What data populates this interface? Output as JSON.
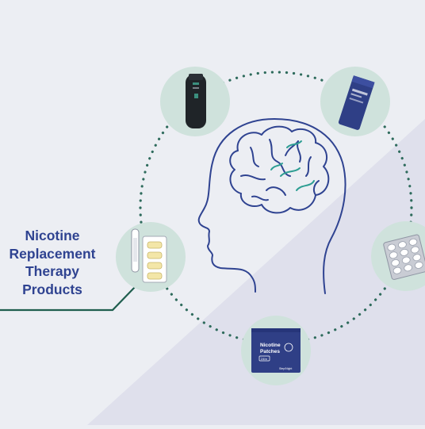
{
  "caption": {
    "lines": [
      "Nicotine",
      "Replacement",
      "Therapy",
      "Products"
    ]
  },
  "patch_box": {
    "title_line1": "Nicotine",
    "title_line2": "Patches",
    "strength": "24hr",
    "footer": "Step/Night"
  },
  "colors": {
    "background": "#eceef3",
    "background_band": "#dfe0ec",
    "circle_fill": "#cfe2dc",
    "dotted_ring": "#2e6b5c",
    "brain_lines": "#2f4391",
    "brain_accent": "#2e9e93",
    "caption_text": "#2f4391",
    "pointer_line": "#1f5e4e",
    "product_navy": "#2f3f86"
  },
  "icons": [
    "inhaler-icon",
    "pouch-icon",
    "blister-pack-icon",
    "patch-box-icon",
    "lozenge-kit-icon",
    "brain-head-icon"
  ]
}
